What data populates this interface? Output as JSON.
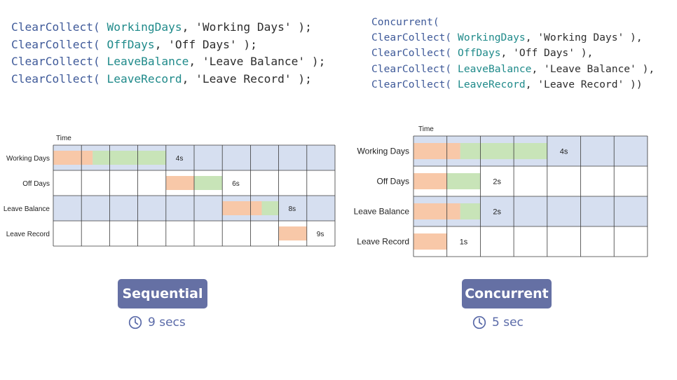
{
  "code_sequential": [
    {
      "fn": "ClearCollect(",
      "table": "WorkingDays",
      "rest": ", 'Working Days' );"
    },
    {
      "fn": "ClearCollect(",
      "table": "OffDays",
      "rest": ", 'Off Days' );"
    },
    {
      "fn": "ClearCollect(",
      "table": "LeaveBalance",
      "rest": ", 'Leave Balance' );"
    },
    {
      "fn": "ClearCollect(",
      "table": "LeaveRecord",
      "rest": ", 'Leave Record' );"
    }
  ],
  "code_concurrent": {
    "head": "Concurrent(",
    "lines": [
      {
        "fn": "ClearCollect(",
        "table": "WorkingDays",
        "rest": ", 'Working Days' ),"
      },
      {
        "fn": "ClearCollect(",
        "table": "OffDays",
        "rest": ", 'Off Days' ),"
      },
      {
        "fn": "ClearCollect(",
        "table": "LeaveBalance",
        "rest": ", 'Leave Balance' ),"
      },
      {
        "fn": "ClearCollect(",
        "table": "LeaveRecord",
        "rest": ", 'Leave Record' ))"
      }
    ]
  },
  "colors": {
    "row_shade": "#d6dff0",
    "grid_line": "#3a3a3a",
    "bar_phase1": "#f8c8a8",
    "bar_phase2": "#c8e4b8",
    "button_bg": "#6570a4",
    "duration_text": "#5a6aa8"
  },
  "chart_data": [
    {
      "type": "gantt",
      "time_label": "Time",
      "columns": 10,
      "rows": [
        {
          "label": "Working Days",
          "shaded": true,
          "bar": {
            "start": 0,
            "phase1_end": 1.4,
            "end": 4
          },
          "duration_label": "4s"
        },
        {
          "label": "Off Days",
          "shaded": false,
          "bar": {
            "start": 4,
            "phase1_end": 5,
            "end": 6
          },
          "duration_label": "6s"
        },
        {
          "label": "Leave Balance",
          "shaded": true,
          "bar": {
            "start": 6,
            "phase1_end": 7.4,
            "end": 8
          },
          "duration_label": "8s"
        },
        {
          "label": "Leave Record",
          "shaded": false,
          "bar": {
            "start": 8,
            "phase1_end": 9,
            "end": 9
          },
          "duration_label": "9s"
        }
      ]
    },
    {
      "type": "gantt",
      "time_label": "Time",
      "columns": 7,
      "rows": [
        {
          "label": "Working Days",
          "shaded": true,
          "bar": {
            "start": 0,
            "phase1_end": 1.4,
            "end": 4
          },
          "duration_label": "4s"
        },
        {
          "label": "Off Days",
          "shaded": false,
          "bar": {
            "start": 0,
            "phase1_end": 1,
            "end": 2
          },
          "duration_label": "2s"
        },
        {
          "label": "Leave Balance",
          "shaded": true,
          "bar": {
            "start": 0,
            "phase1_end": 1.4,
            "end": 2
          },
          "duration_label": "2s"
        },
        {
          "label": "Leave Record",
          "shaded": false,
          "bar": {
            "start": 0,
            "phase1_end": 1,
            "end": 1
          },
          "duration_label": "1s"
        }
      ]
    }
  ],
  "modes": {
    "sequential": {
      "label": "Sequential",
      "duration": "9 secs"
    },
    "concurrent": {
      "label": "Concurrent",
      "duration": "5 sec"
    }
  }
}
